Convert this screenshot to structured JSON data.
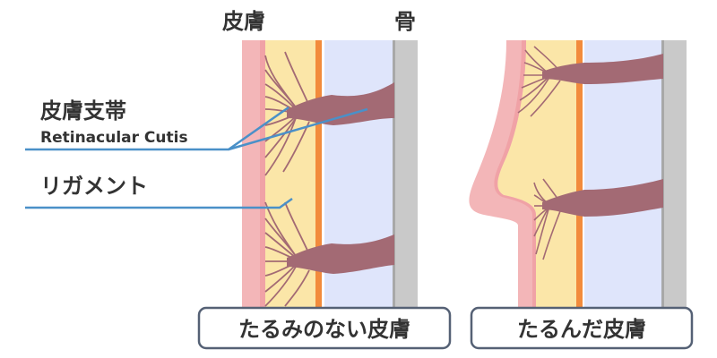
{
  "labels": {
    "skin": "皮膚",
    "bone": "骨",
    "retinacula_jp": "皮膚支帯",
    "retinacula_en": "Retinacular Cutis",
    "ligament": "リガメント"
  },
  "captions": {
    "left": "たるみのない皮膚",
    "right": "たるんだ皮膚"
  },
  "colors": {
    "skin_outer": "#f3b6b8",
    "skin_inner": "#f0a2a6",
    "fat": "#fbe6a8",
    "fascia": "#f28b3c",
    "deep_space": "#dfe5fb",
    "bone": "#c9c9c9",
    "fiber": "#a36a74",
    "pointer": "#4a90c8",
    "caption_border": "#556175",
    "text": "#333333"
  }
}
